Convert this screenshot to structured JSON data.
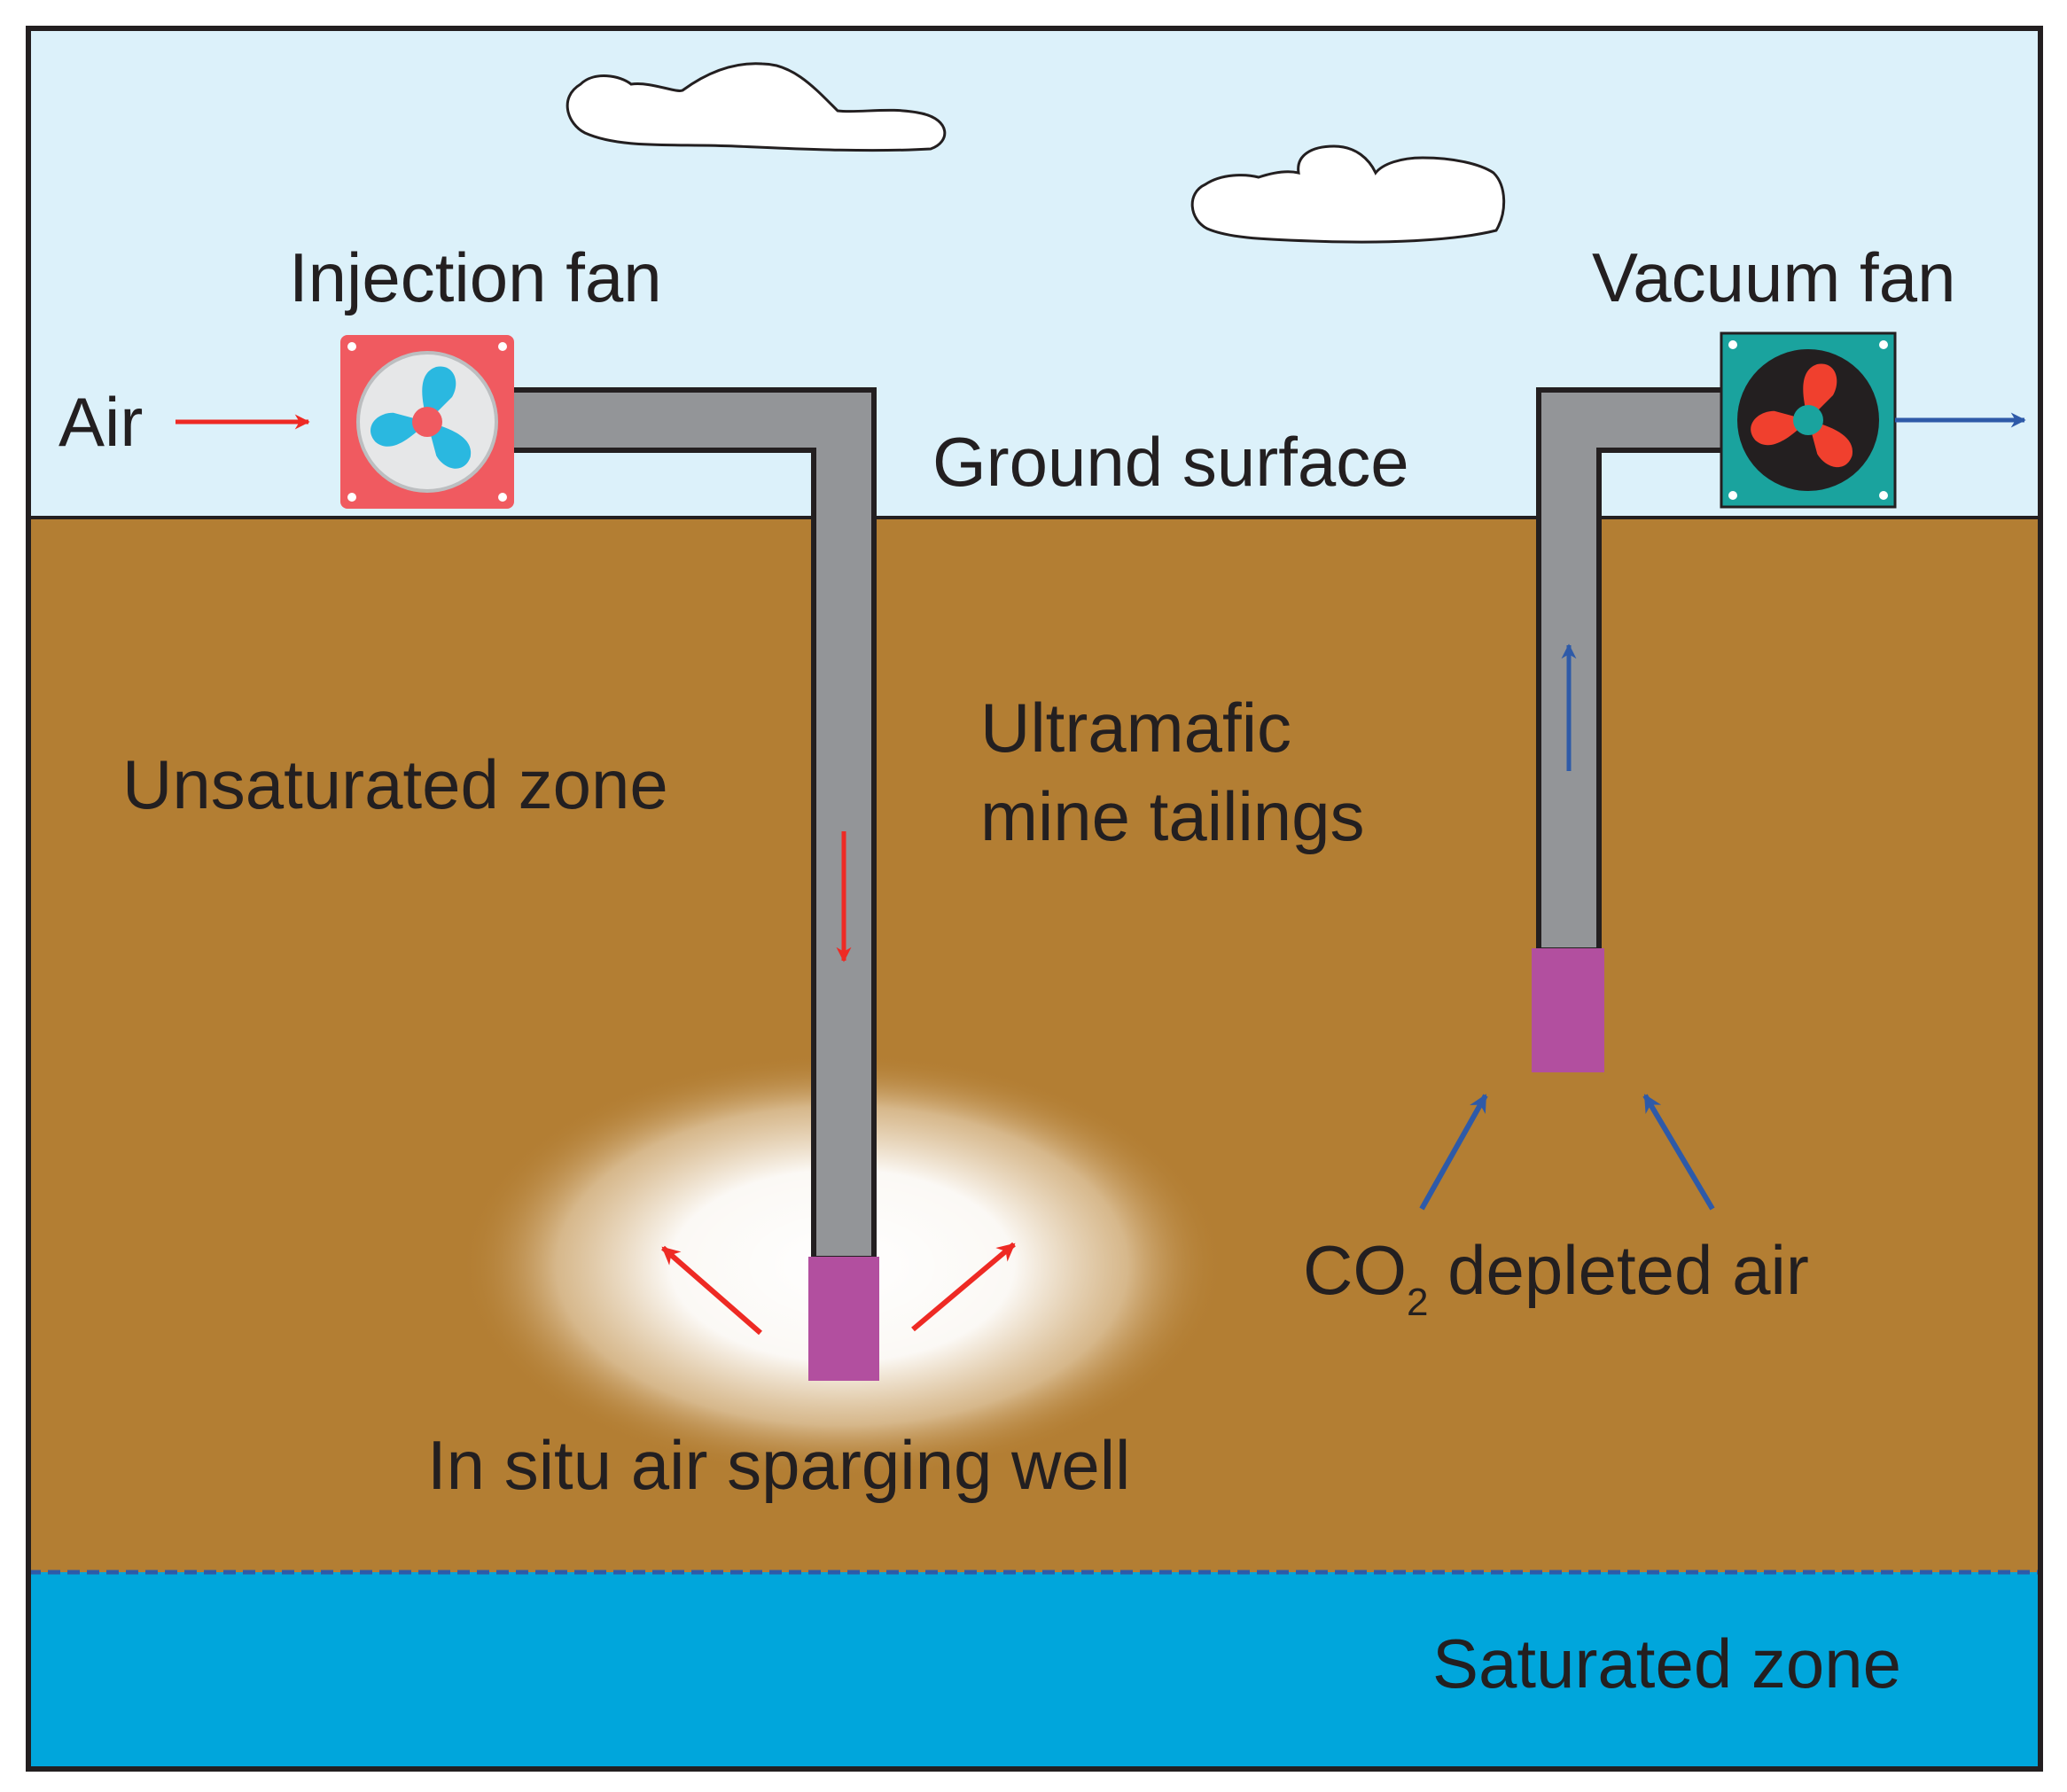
{
  "labels": {
    "injection_fan": "Injection fan",
    "vacuum_fan": "Vacuum fan",
    "air": "Air",
    "ground_surface": "Ground surface",
    "unsaturated_zone": "Unsaturated zone",
    "tailings_line1": "Ultramafic",
    "tailings_line2": "mine tailings",
    "co2_prefix": "CO",
    "co2_subscript": "2",
    "co2_suffix": " depleted air",
    "sparging_well": "In situ air sparging well",
    "saturated_zone": "Saturated zone"
  },
  "colors": {
    "sky": "#dcf1fa",
    "soil": "#b37e33",
    "water": "#00a6dc",
    "water_table_line": "#2e5aa8",
    "pipe": "#939598",
    "well_screen": "#b24f9f",
    "injection_fan_body": "#f05a60",
    "injection_fan_blades": "#2ab8e0",
    "vacuum_fan_body": "#1aa39e",
    "vacuum_fan_blades": "#f0402e",
    "arrow_red": "#ee2a24",
    "arrow_blue": "#2e5aa8",
    "outline": "#231f20",
    "glow": "#ffffff"
  },
  "icons": {
    "injection_fan": "fan-icon",
    "vacuum_fan": "fan-icon",
    "clouds": "cloud-icon"
  }
}
